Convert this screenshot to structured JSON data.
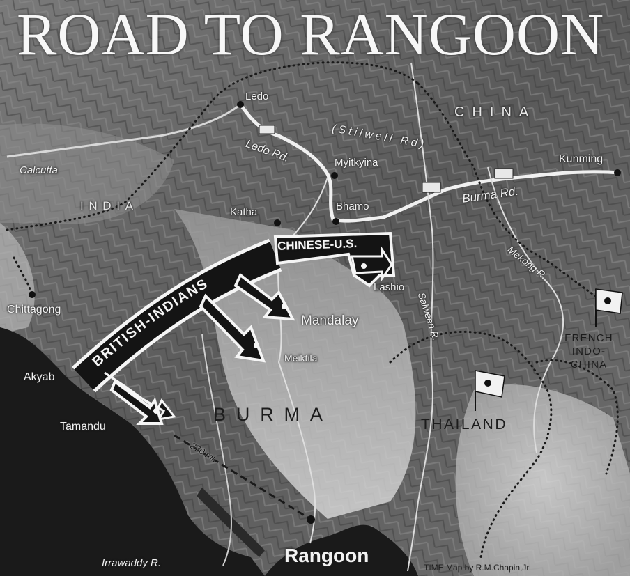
{
  "map": {
    "title": "ROAD TO RANGOON",
    "credit": "TIME Map by R.M.Chapin,Jr.",
    "countries": {
      "india": "INDIA",
      "china": "CHINA",
      "burma": "BURMA",
      "thailand": "THAILAND",
      "french_indochina": [
        "FRENCH",
        "INDO-",
        "CHINA"
      ]
    },
    "cities": {
      "ledo": "Ledo",
      "calcutta": "Calcutta",
      "myitkyina": "Myitkyina",
      "kunming": "Kunming",
      "bhamo": "Bhamo",
      "katha": "Katha",
      "lashio": "Lashio",
      "mandalay": "Mandalay",
      "meiktila": "Meiktila",
      "chittagong": "Chittagong",
      "akyab": "Akyab",
      "tamandu": "Tamandu",
      "rangoon": "Rangoon"
    },
    "roads": {
      "ledo_road": "Ledo Rd.",
      "stilwell_road": "(Stilwell Rd)",
      "burma_road": "Burma Rd."
    },
    "rivers": {
      "irrawaddy": "Irrawaddy R.",
      "salween": "Salween R.",
      "mekong": "Mekong R."
    },
    "forces": {
      "british_indians": "BRITISH-INDIANS",
      "chinese_us": "CHINESE-U.S."
    },
    "distance": "270 mi.",
    "colors": {
      "ocean": "#1a1a1a",
      "terrain": "#6a6a6a",
      "lowland": "#cfcfcf",
      "arrow_fill": "#141414",
      "arrow_outline": "#f5f5f5"
    }
  }
}
